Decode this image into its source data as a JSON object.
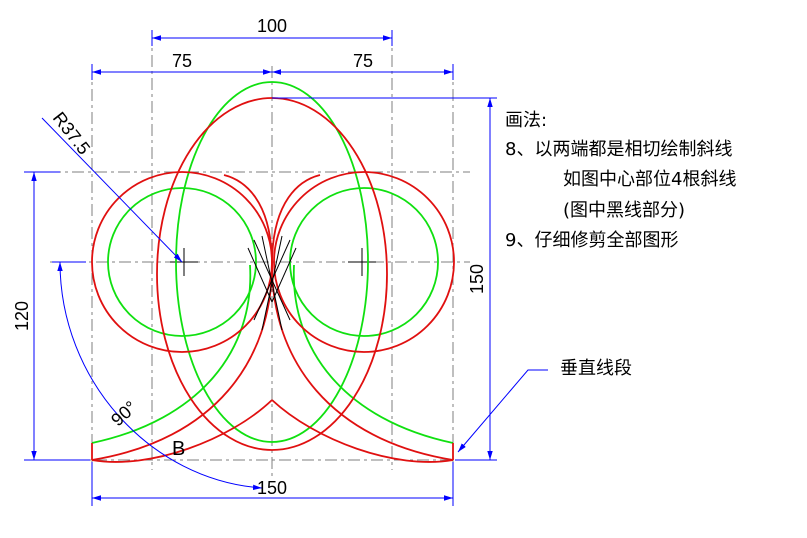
{
  "dimensions": {
    "top_total": "100",
    "top_left": "75",
    "top_right": "75",
    "radius": "R37.5",
    "left_height": "120",
    "right_height": "150",
    "bottom_width": "150",
    "angle": "90°"
  },
  "point_label": "B",
  "callout_label": "垂直线段",
  "notes": {
    "title": "画法:",
    "step8_line1": "8、以两端都是相切绘制斜线",
    "step8_line2": "如图中心部位4根斜线",
    "step8_line3": "(图中黑线部分)",
    "step9": "9、仔细修剪全部图形"
  },
  "colors": {
    "outline": "#e01010",
    "inner": "#10e010",
    "dimension": "#0000ff",
    "centerline": "#7f7f7f",
    "construction": "#000000"
  }
}
